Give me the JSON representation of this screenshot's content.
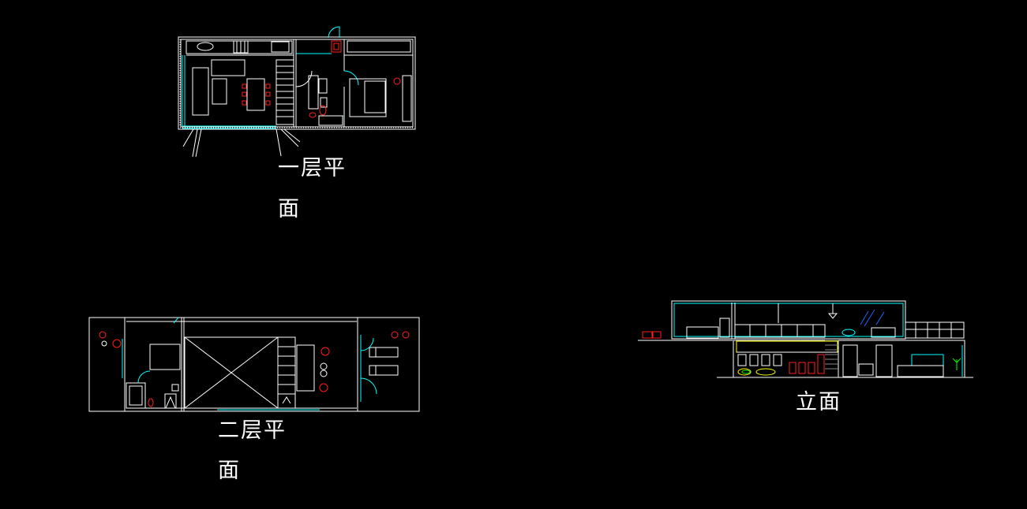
{
  "drawing": {
    "background": "#000000",
    "colors": {
      "wall": "#ffffff",
      "glass": "#00ffff",
      "furniture_red": "#ff2020",
      "yellow": "#ffff00",
      "green": "#00ff00",
      "blue": "#1e64ff"
    }
  },
  "labels": {
    "ground_floor_line1": "一层平",
    "ground_floor_line2": "面",
    "second_floor_line1": "二层平",
    "second_floor_line2": "面",
    "elevation": "立面"
  }
}
